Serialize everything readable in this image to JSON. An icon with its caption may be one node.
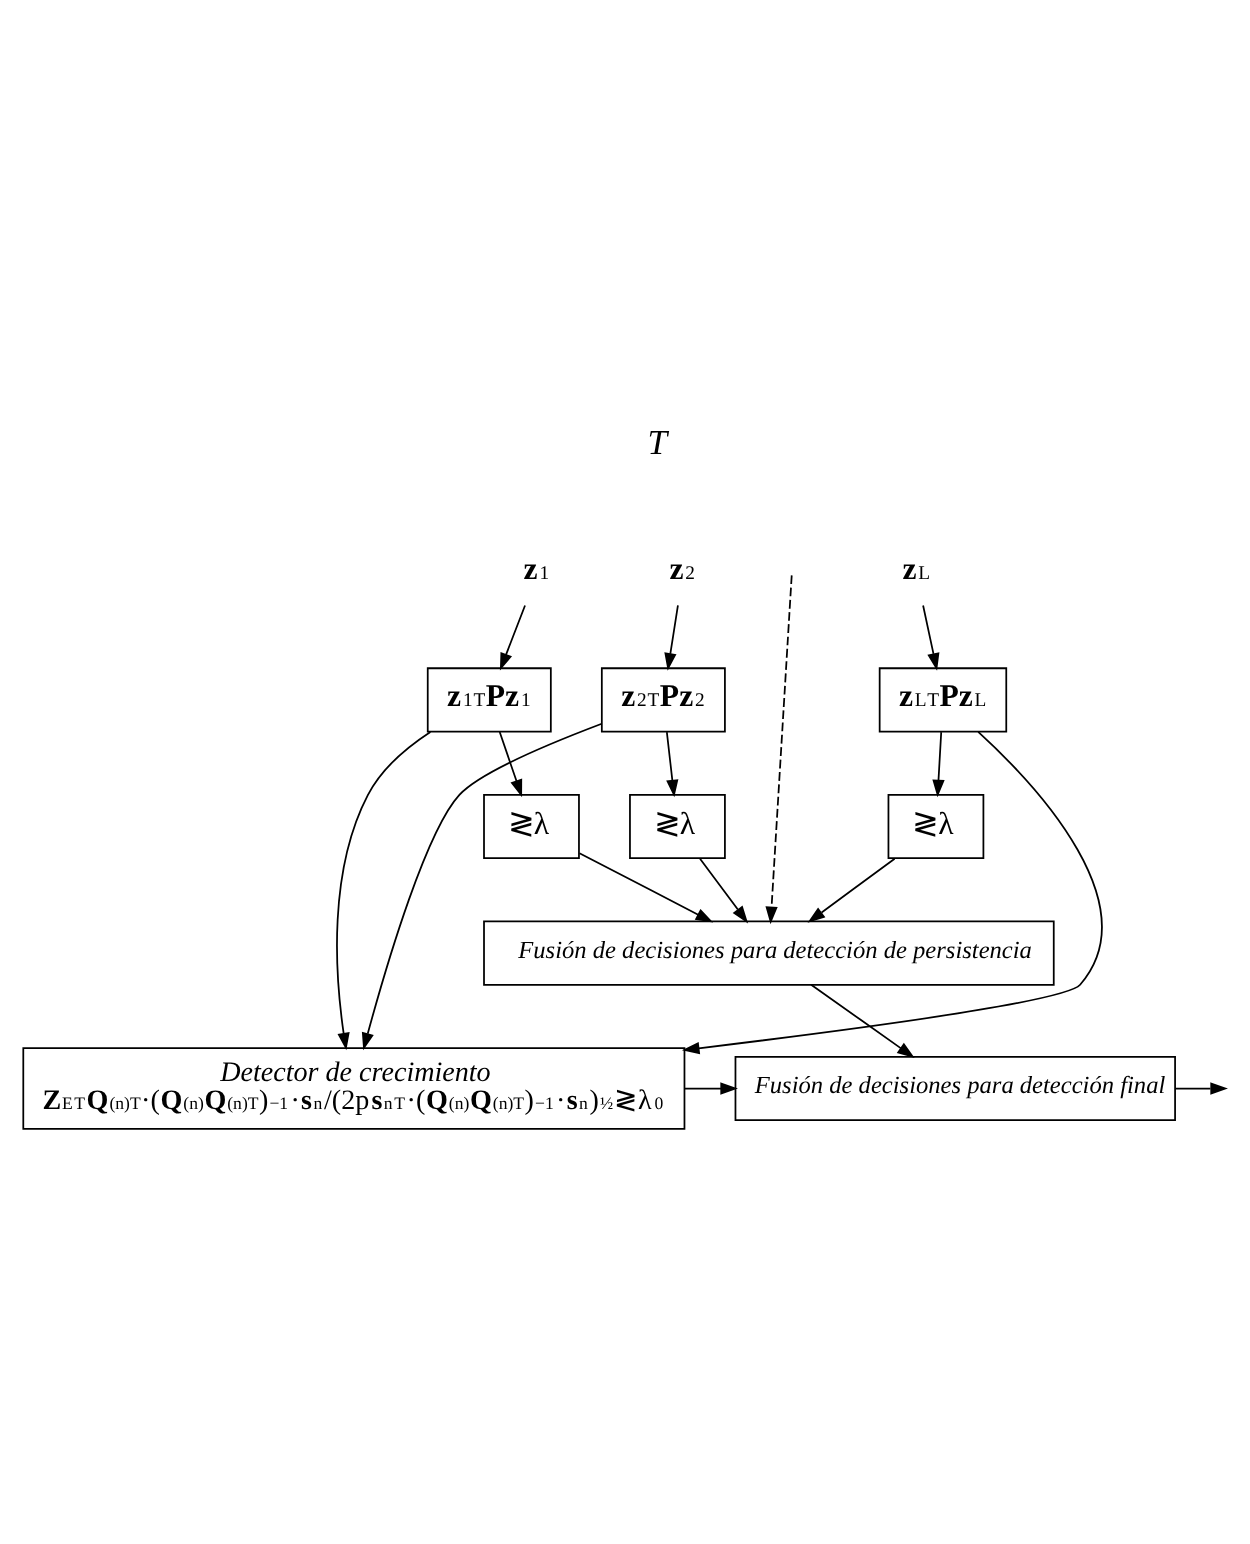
{
  "diagram": {
    "nodes": [
      {
        "text": [
          "**z**$_{1}$"
        ]
      },
      {
        "text": [
          "**z**$_{2}$"
        ]
      },
      {
        "text": [
          "**z**$_{L}$"
        ]
      },
      {
        "text": [
          "**z**$_{1}$$^{T}$**Pz**$_{1}$"
        ]
      },
      {
        "text": [
          "**z**$_{2}$$^{T}$**Pz**$_{2}$"
        ]
      },
      {
        "text": [
          "**z**$_{L}$$^{T}$**Pz**$_{L}$"
        ]
      },
      {
        "text": [
          "≷λ"
        ]
      },
      {
        "text": [
          "≷λ"
        ]
      },
      {
        "text": [
          "≷λ"
        ]
      },
      {
        "text": [
          "Fusión de decisiones para detección de persistencia"
        ]
      },
      {
        "text": [
          "Fusión de decisiones para detección final"
        ]
      },
      {
        "text": [
          "Detector de crecimiento",
          "**Z**$_{E}$$^{T}$**Q**$^{(n)T}$·(**Q**$^{(n)}$**Q**$^{(n)T}$)$^{−1}$·**s**$_{n}$/(2p**s**$_{n}$$^{T}$·(**Q**$^{(n)}$**Q**$^{(n)T}$)$^{−1}$·**s**$_{n}$)$^{½}$≷λ$_{0}$"
        ]
      }
    ],
    "edges": [
      {
        "from": 0,
        "to": 3,
        "arrow": "to"
      },
      {
        "from": 1,
        "to": 4,
        "arrow": "to"
      },
      {
        "from": 2,
        "to": 5,
        "arrow": "to"
      },
      {
        "from": 3,
        "to": 6,
        "arrow": "to"
      },
      {
        "from": 4,
        "to": 7,
        "arrow": "to"
      },
      {
        "from": 5,
        "to": 8,
        "arrow": "to"
      },
      {
        "from": 6,
        "to": 9,
        "arrow": "to"
      },
      {
        "from": 7,
        "to": 9,
        "arrow": "to"
      },
      {
        "from": null,
        "to": 9,
        "arrow": "to",
        "style": "dashed"
      },
      {
        "from": 8,
        "to": 9,
        "arrow": "to"
      },
      {
        "from": 3,
        "to": 11,
        "arrow": "to"
      },
      {
        "from": 4,
        "to": 11,
        "arrow": "to"
      },
      {
        "from": 5,
        "to": 11,
        "arrow": "to"
      },
      {
        "from": 9,
        "to": 10,
        "arrow": "to"
      },
      {
        "from": 11,
        "to": 10,
        "arrow": "to"
      },
      {
        "from": 10,
        "to": null,
        "arrow": "to"
      }
    ],
    "labels": [
      "T"
    ]
  }
}
